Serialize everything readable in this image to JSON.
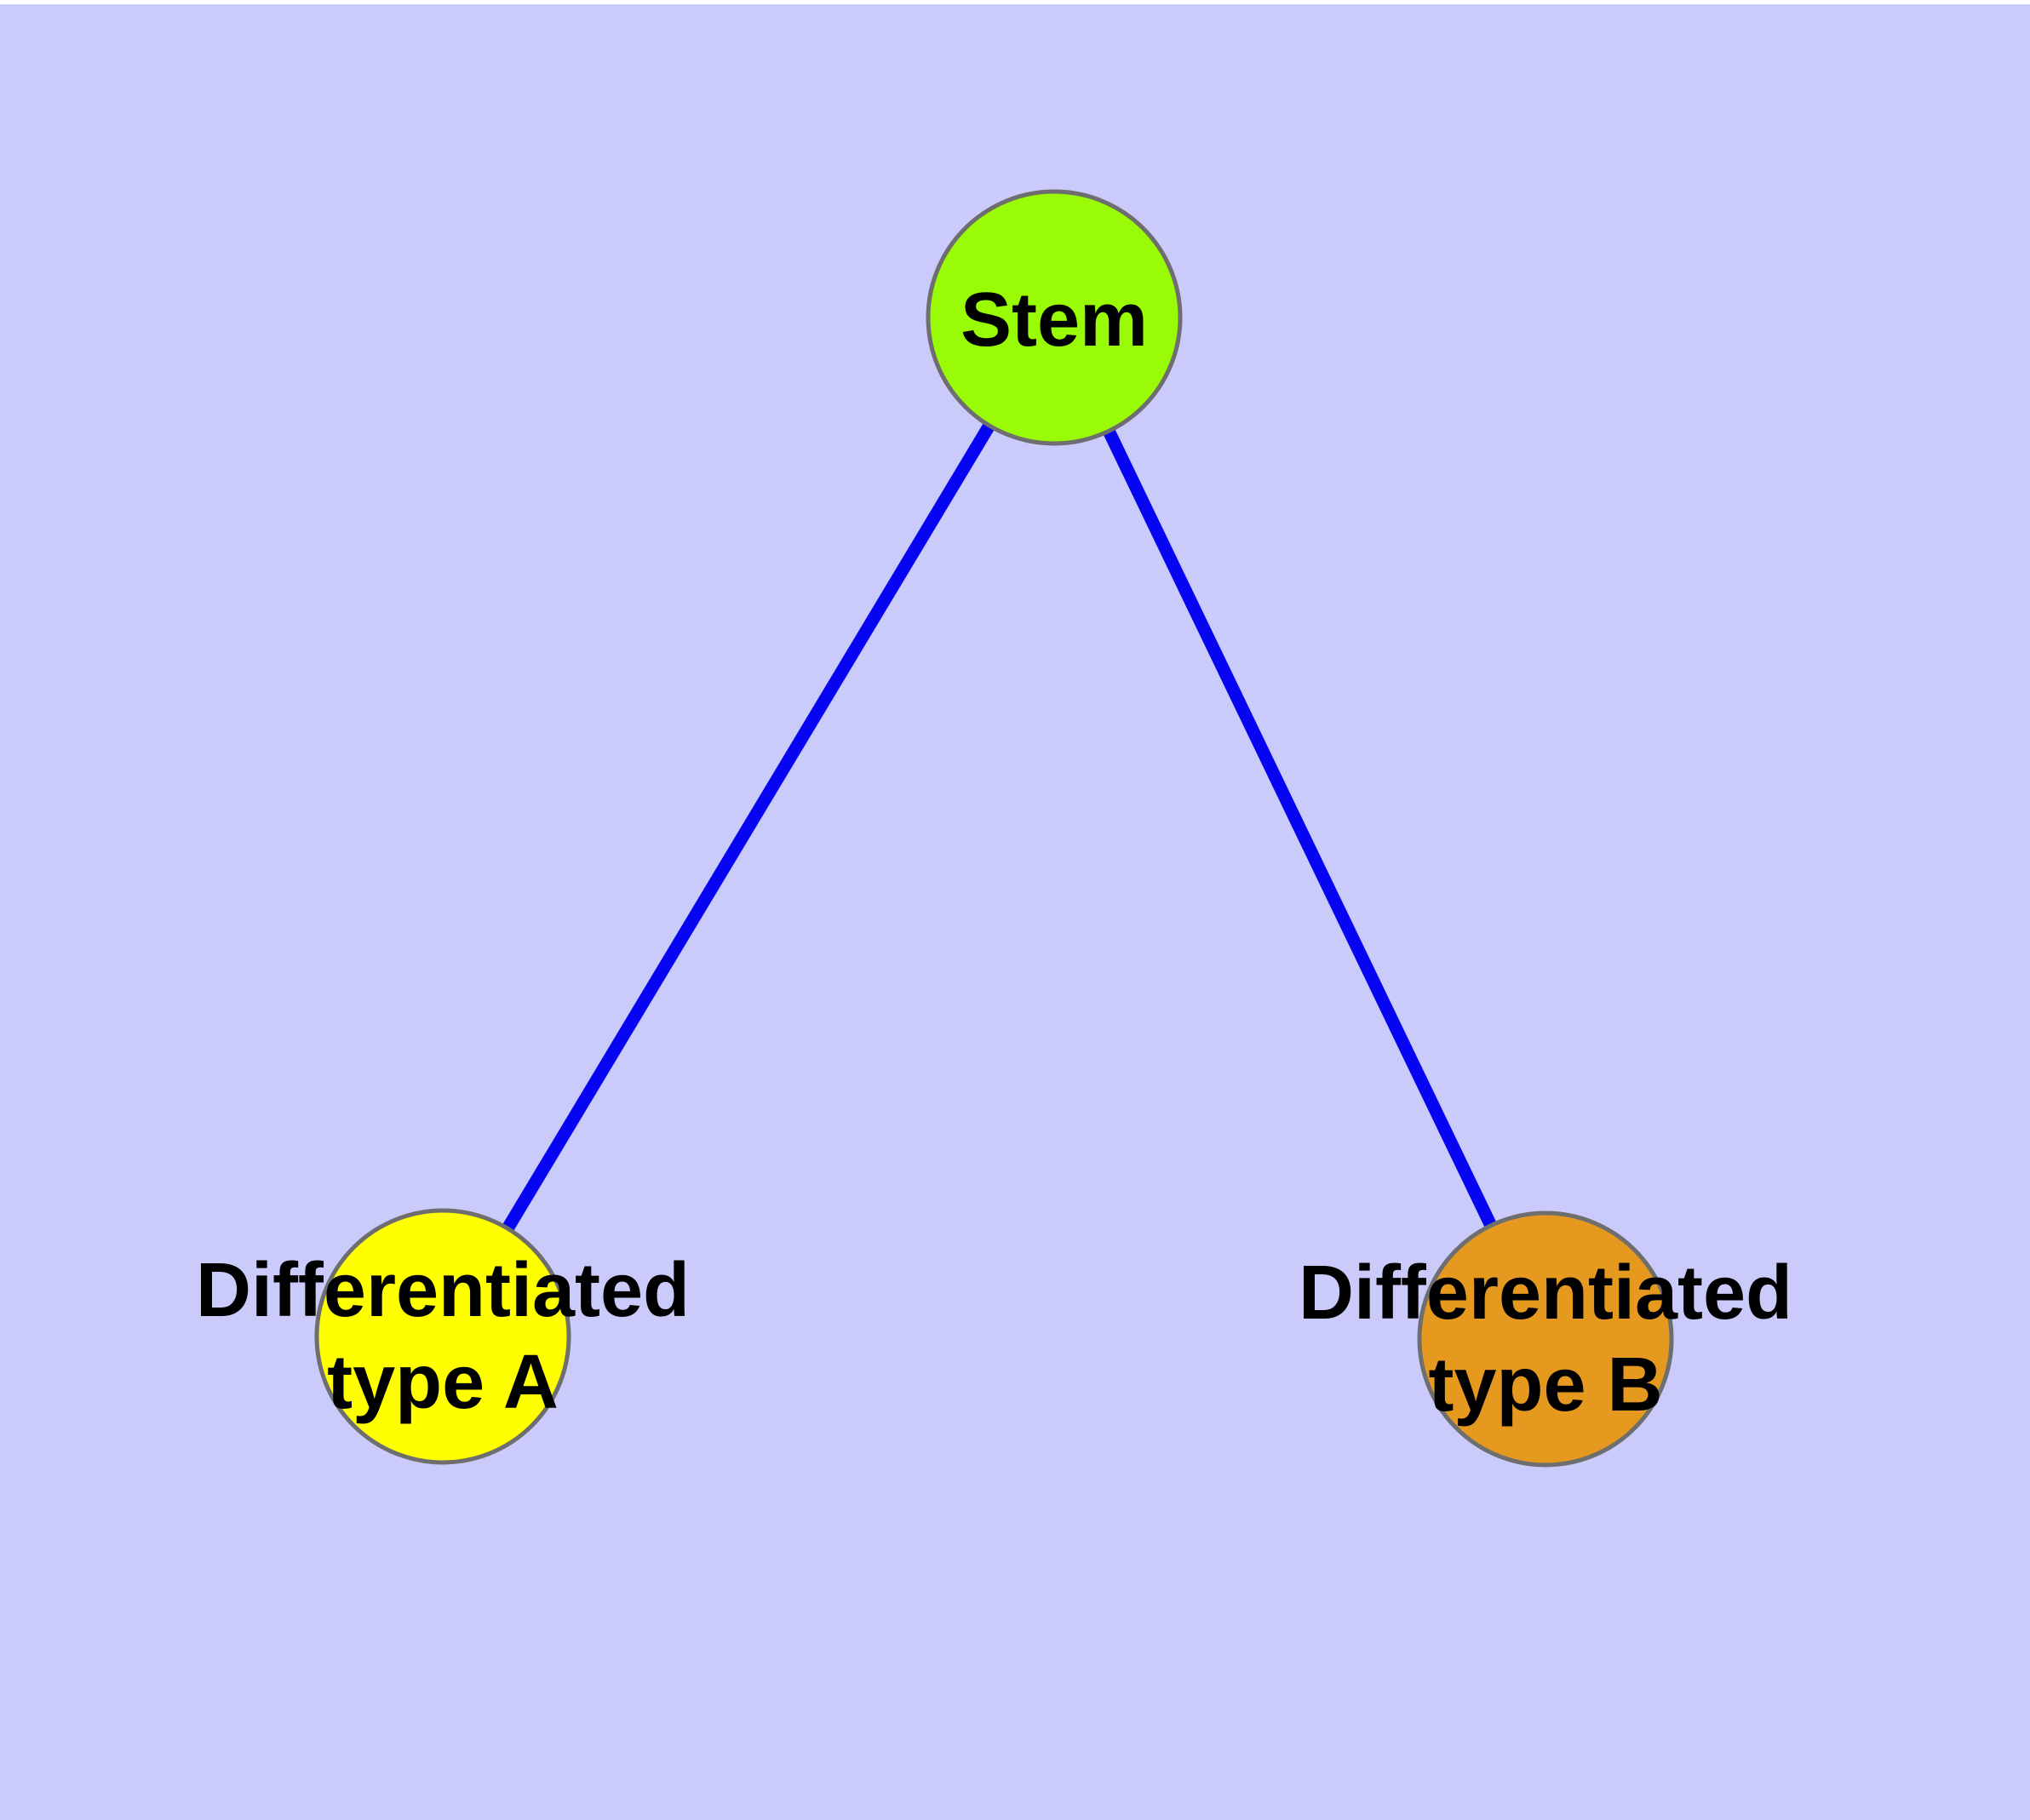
{
  "diagram": {
    "background_color": "#CACBFB",
    "top_margin_color": "#FFFFFF",
    "edge_color": "#0505F2",
    "node_border_color": "#6E6E6E",
    "label_color": "#000000",
    "nodes": [
      {
        "id": "stem",
        "label": "Stem",
        "label_lines": [
          "Stem"
        ],
        "fill": "#99FB05"
      },
      {
        "id": "type-a",
        "label": "Differentiated type A",
        "label_lines": [
          "Differentiated",
          "type A"
        ],
        "fill": "#FFFF00"
      },
      {
        "id": "type-b",
        "label": "Differentiated type B",
        "label_lines": [
          "Differentiated",
          "type B"
        ],
        "fill": "#E5991F"
      }
    ],
    "edges": [
      {
        "from": "Stem",
        "to": "Differentiated type A"
      },
      {
        "from": "Stem",
        "to": "Differentiated type B"
      }
    ]
  }
}
